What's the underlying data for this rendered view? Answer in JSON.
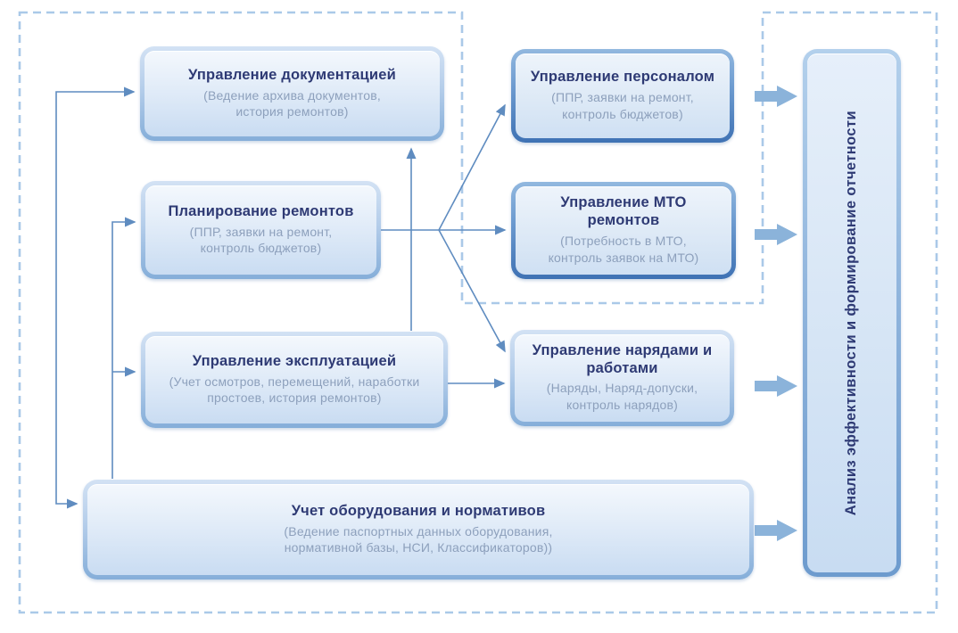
{
  "diagram": {
    "description": "EAM / maintenance management system architecture diagram (Russian)",
    "boxes": [
      {
        "id": "document-management",
        "title": "Управление документацией",
        "sub": [
          "(Ведение архива документов,",
          "история ремонтов)"
        ]
      },
      {
        "id": "repair-planning",
        "title": "Планирование ремонтов",
        "sub": [
          "(ППР, заявки на ремонт,",
          "контроль бюджетов)"
        ]
      },
      {
        "id": "operation-management",
        "title": "Управление эксплуатацией",
        "sub": [
          "(Учет осмотров, перемещений, наработки",
          "простоев, история ремонтов)"
        ]
      },
      {
        "id": "equipment-accounting",
        "title": "Учет оборудования и нормативов",
        "sub": [
          "(Ведение паспортных данных оборудования,",
          "нормативной базы, НСИ, Классификаторов))"
        ]
      },
      {
        "id": "personnel-management",
        "title": "Управление персоналом",
        "sub": [
          "(ППР, заявки на ремонт,",
          "контроль бюджетов)"
        ]
      },
      {
        "id": "mto-management",
        "title": "Управление МТО ремонтов",
        "sub": [
          "(Потребность в МТО,",
          "контроль заявок на МТО)"
        ]
      },
      {
        "id": "work-orders-management",
        "title": "Управление нарядами и работами",
        "sub": [
          "(Наряды, Наряд-допуски,",
          "контроль нарядов)"
        ]
      },
      {
        "id": "analysis-reporting",
        "title": "Анализ эффективности и формирование отчетности",
        "sub": []
      }
    ],
    "colors": {
      "title_text": "#2e3a74",
      "subtitle_text": "#8da0bc",
      "connector_line": "#5f8cc0",
      "dashed_border": "#aac9e8",
      "block_arrow": "#8bb3da",
      "light_box_rim": "#85aed9",
      "dark_box_rim": "#3f72b4",
      "box_fill": "#dde9f7",
      "background": "#ffffff"
    }
  }
}
